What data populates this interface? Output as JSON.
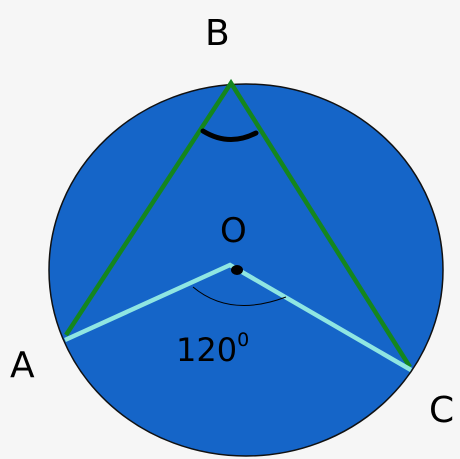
{
  "figure": {
    "labels": {
      "B": "B",
      "O": "O",
      "A": "A",
      "C": "C"
    },
    "angle_label": {
      "value": "120",
      "degree_mark": "0"
    }
  },
  "colors": {
    "background": "#f6f6f6",
    "circle_fill": "#1565c8",
    "circle_stroke": "#111111",
    "chord_green": "#14861e",
    "radius_cyan": "#8fe6e2",
    "arc_mark": "#000000"
  }
}
